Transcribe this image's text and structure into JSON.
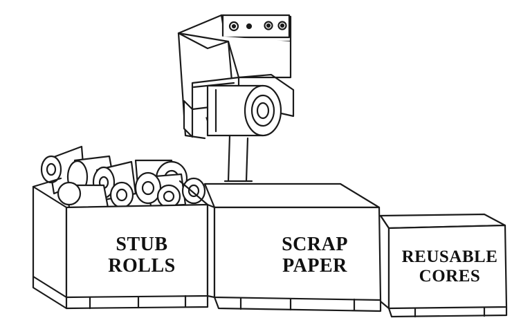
{
  "diagram": {
    "bins": [
      {
        "id": "stub",
        "lines": [
          "STUB",
          "ROLLS"
        ]
      },
      {
        "id": "scrap",
        "lines": [
          "SCRAP",
          "PAPER"
        ]
      },
      {
        "id": "cores",
        "lines": [
          "REUSABLE",
          "CORES"
        ]
      }
    ],
    "colors": {
      "ink": "#1a1a1a",
      "paper": "#ffffff"
    }
  }
}
